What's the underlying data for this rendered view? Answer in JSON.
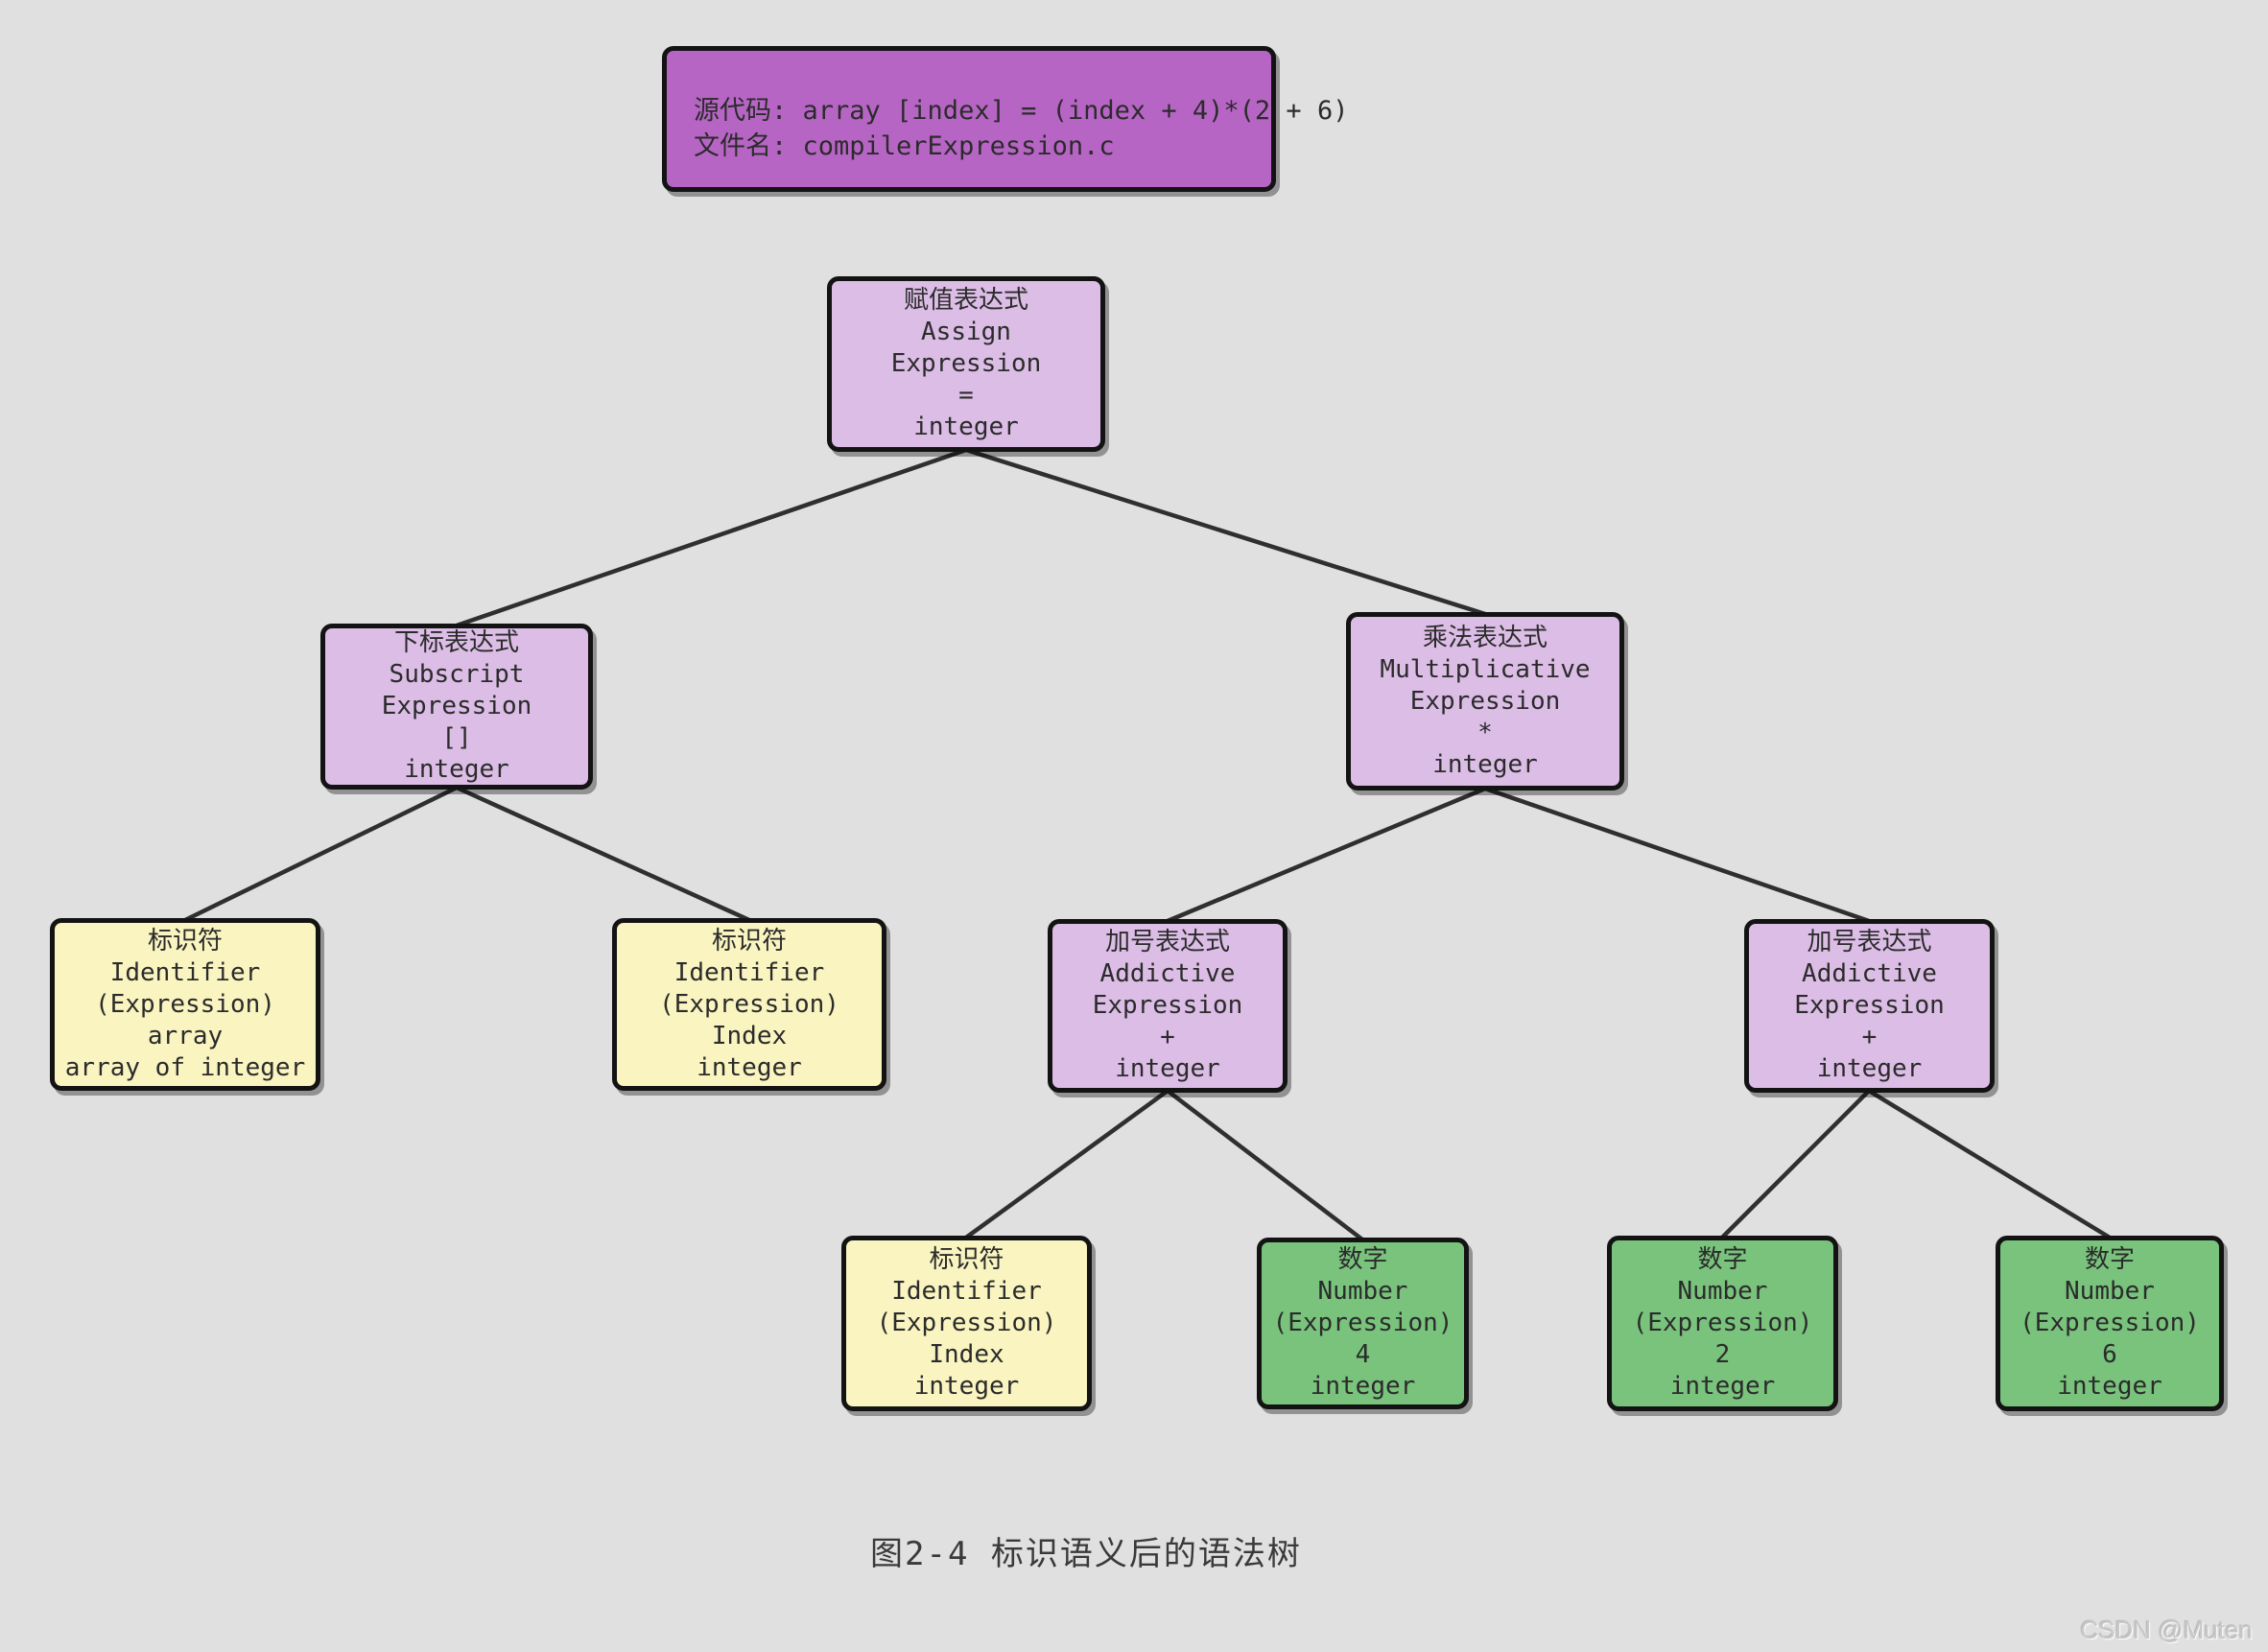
{
  "palette": {
    "background": "#e0e0e0",
    "header_fill": "#b765c5",
    "expression_node_fill": "#dcbde6",
    "identifier_node_fill": "#f9f4c0",
    "number_node_fill": "#79c37d",
    "node_border": "#131313",
    "edge_line": "#2f2f2f",
    "text": "#2b2b2b",
    "watermark_text": "#c9c9c9"
  },
  "header": {
    "source_line": "源代码: array [index] = (index + 4)*(2 + 6)",
    "file_line": "文件名: compilerExpression.c"
  },
  "nodes": {
    "assign": {
      "lines": [
        "赋值表达式",
        "Assign",
        "Expression",
        "=",
        "integer"
      ]
    },
    "subscript": {
      "lines": [
        "下标表达式",
        "Subscript",
        "Expression",
        "[]",
        "integer"
      ]
    },
    "multiplicative": {
      "lines": [
        "乘法表达式",
        "Multiplicative",
        "Expression",
        "*",
        "integer"
      ]
    },
    "id_array": {
      "lines": [
        "标识符",
        "Identifier",
        "(Expression)",
        "array",
        "array of integer"
      ]
    },
    "id_index_upper": {
      "lines": [
        "标识符",
        "Identifier",
        "(Expression)",
        "Index",
        "integer"
      ]
    },
    "additive_left": {
      "lines": [
        "加号表达式",
        "Addictive",
        "Expression",
        "+",
        "integer"
      ]
    },
    "additive_right": {
      "lines": [
        "加号表达式",
        "Addictive",
        "Expression",
        "+",
        "integer"
      ]
    },
    "id_index_lower": {
      "lines": [
        "标识符",
        "Identifier",
        "(Expression)",
        "Index",
        "integer"
      ]
    },
    "num_4": {
      "lines": [
        "数字",
        "Number",
        "(Expression)",
        "4",
        "integer"
      ]
    },
    "num_2": {
      "lines": [
        "数字",
        "Number",
        "(Expression)",
        "2",
        "integer"
      ]
    },
    "num_6": {
      "lines": [
        "数字",
        "Number",
        "(Expression)",
        "6",
        "integer"
      ]
    }
  },
  "caption": "图2-4 标识语义后的语法树",
  "watermark": "CSDN @Muten"
}
